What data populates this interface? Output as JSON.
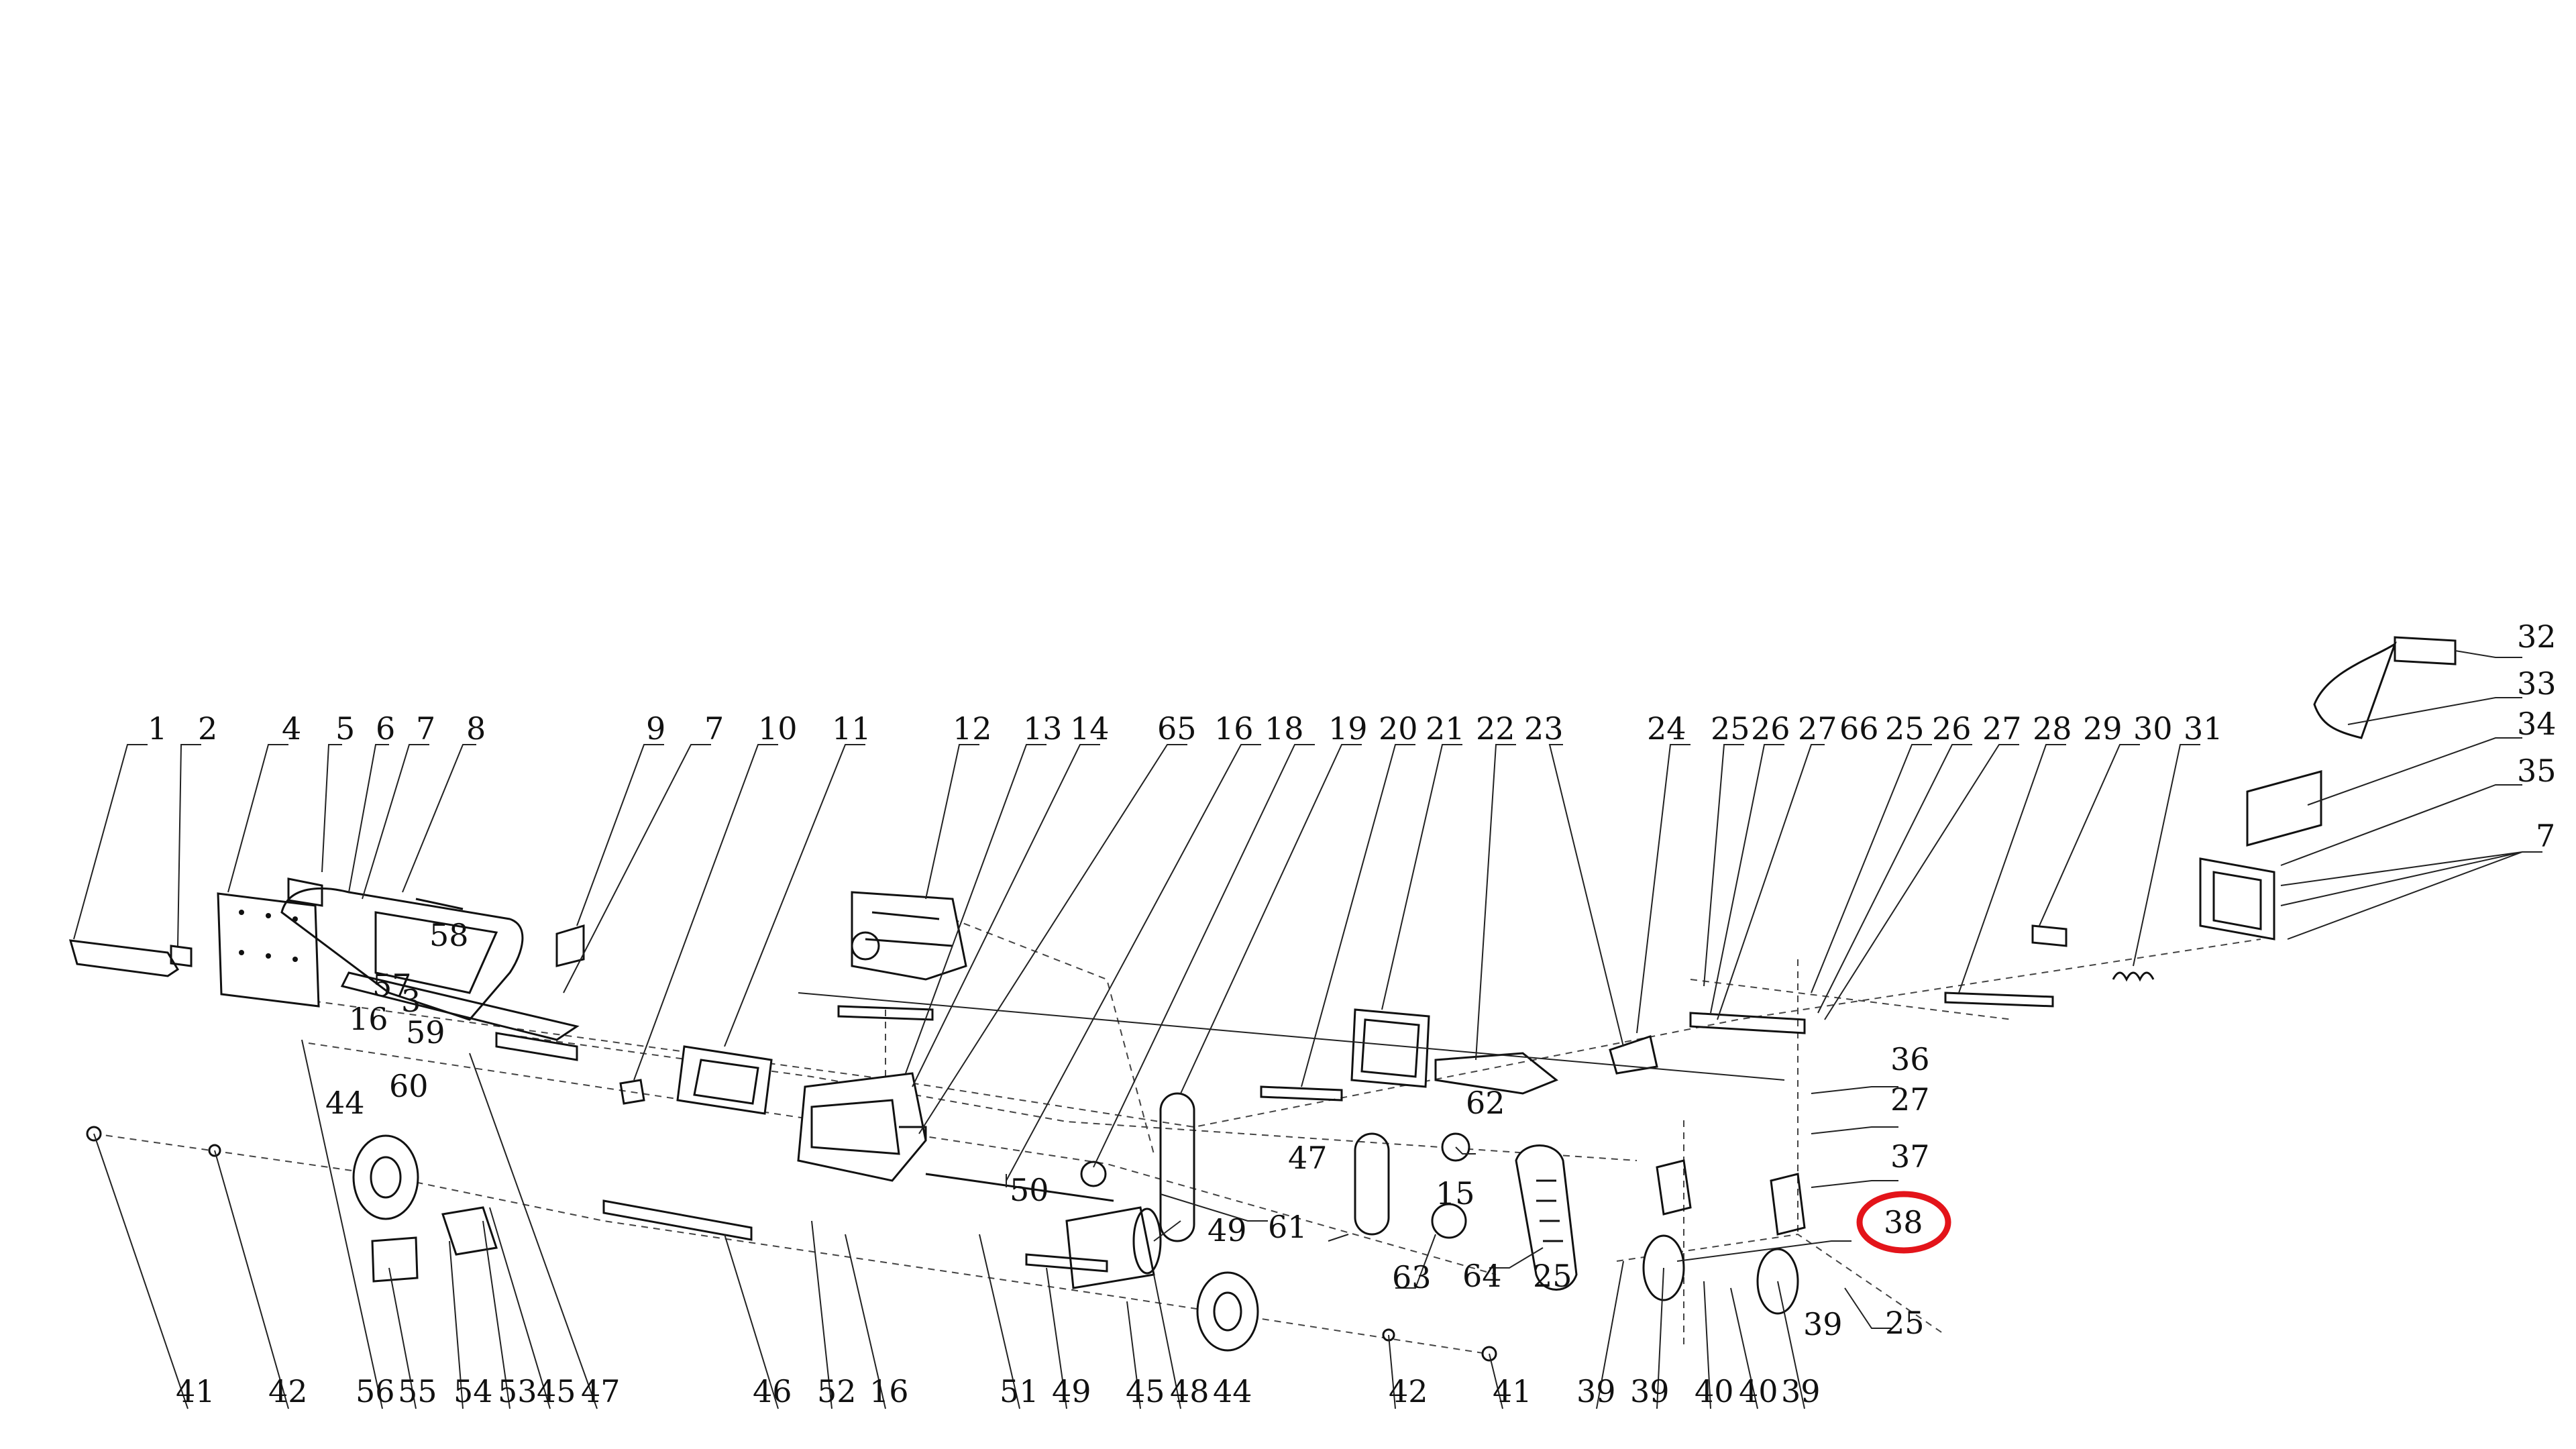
{
  "diagram": {
    "highlight": {
      "label": "38",
      "color": "#e3141a"
    },
    "callouts": [
      {
        "label": "1"
      },
      {
        "label": "2"
      },
      {
        "label": "4"
      },
      {
        "label": "5"
      },
      {
        "label": "6"
      },
      {
        "label": "7"
      },
      {
        "label": "8"
      },
      {
        "label": "9"
      },
      {
        "label": "7"
      },
      {
        "label": "10"
      },
      {
        "label": "11"
      },
      {
        "label": "12"
      },
      {
        "label": "13"
      },
      {
        "label": "14"
      },
      {
        "label": "65"
      },
      {
        "label": "16"
      },
      {
        "label": "18"
      },
      {
        "label": "19"
      },
      {
        "label": "20"
      },
      {
        "label": "21"
      },
      {
        "label": "22"
      },
      {
        "label": "23"
      },
      {
        "label": "24"
      },
      {
        "label": "25"
      },
      {
        "label": "26"
      },
      {
        "label": "27"
      },
      {
        "label": "66"
      },
      {
        "label": "25"
      },
      {
        "label": "26"
      },
      {
        "label": "27"
      },
      {
        "label": "28"
      },
      {
        "label": "29"
      },
      {
        "label": "30"
      },
      {
        "label": "31"
      },
      {
        "label": "32"
      },
      {
        "label": "33"
      },
      {
        "label": "34"
      },
      {
        "label": "35"
      },
      {
        "label": "7"
      },
      {
        "label": "58"
      },
      {
        "label": "57"
      },
      {
        "label": "3"
      },
      {
        "label": "16"
      },
      {
        "label": "59"
      },
      {
        "label": "60"
      },
      {
        "label": "44"
      },
      {
        "label": "62"
      },
      {
        "label": "36"
      },
      {
        "label": "27"
      },
      {
        "label": "37"
      },
      {
        "label": "47"
      },
      {
        "label": "50"
      },
      {
        "label": "49"
      },
      {
        "label": "61"
      },
      {
        "label": "15"
      },
      {
        "label": "63"
      },
      {
        "label": "64"
      },
      {
        "label": "25"
      },
      {
        "label": "38"
      },
      {
        "label": "39"
      },
      {
        "label": "25"
      },
      {
        "label": "41"
      },
      {
        "label": "42"
      },
      {
        "label": "56"
      },
      {
        "label": "55"
      },
      {
        "label": "54"
      },
      {
        "label": "53"
      },
      {
        "label": "45"
      },
      {
        "label": "47"
      },
      {
        "label": "46"
      },
      {
        "label": "52"
      },
      {
        "label": "16"
      },
      {
        "label": "51"
      },
      {
        "label": "49"
      },
      {
        "label": "45"
      },
      {
        "label": "48"
      },
      {
        "label": "44"
      },
      {
        "label": "42"
      },
      {
        "label": "41"
      },
      {
        "label": "39"
      },
      {
        "label": "39"
      },
      {
        "label": "40"
      },
      {
        "label": "40"
      },
      {
        "label": "39"
      }
    ]
  }
}
